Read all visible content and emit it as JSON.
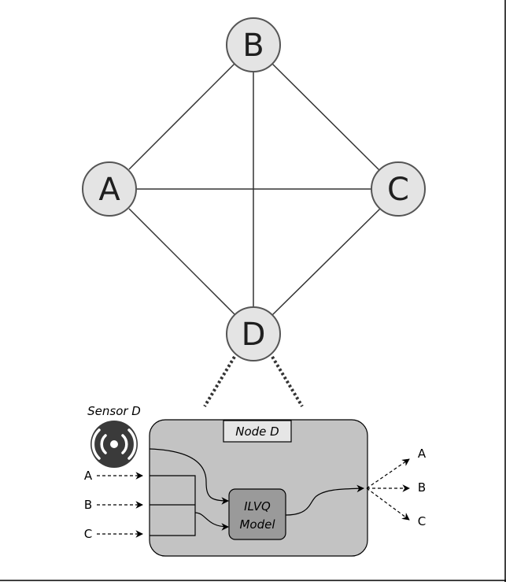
{
  "graph": {
    "nodes": [
      {
        "id": "A",
        "label": "A"
      },
      {
        "id": "B",
        "label": "B"
      },
      {
        "id": "C",
        "label": "C"
      },
      {
        "id": "D",
        "label": "D"
      }
    ],
    "edges": [
      [
        "A",
        "B"
      ],
      [
        "B",
        "C"
      ],
      [
        "A",
        "C"
      ],
      [
        "B",
        "D"
      ],
      [
        "A",
        "D"
      ],
      [
        "C",
        "D"
      ]
    ]
  },
  "detail": {
    "sensor_label": "Sensor D",
    "node_title": "Node D",
    "model_line1": "ILVQ",
    "model_line2": "Model",
    "inputs": [
      "A",
      "B",
      "C"
    ],
    "outputs": [
      "A",
      "B",
      "C"
    ]
  },
  "colors": {
    "node_fill": "#e4e4e4",
    "node_stroke": "#555555",
    "box_fill": "#c3c3c3",
    "model_fill": "#9a9a9a",
    "sensor_icon": "#3a3a3a"
  }
}
